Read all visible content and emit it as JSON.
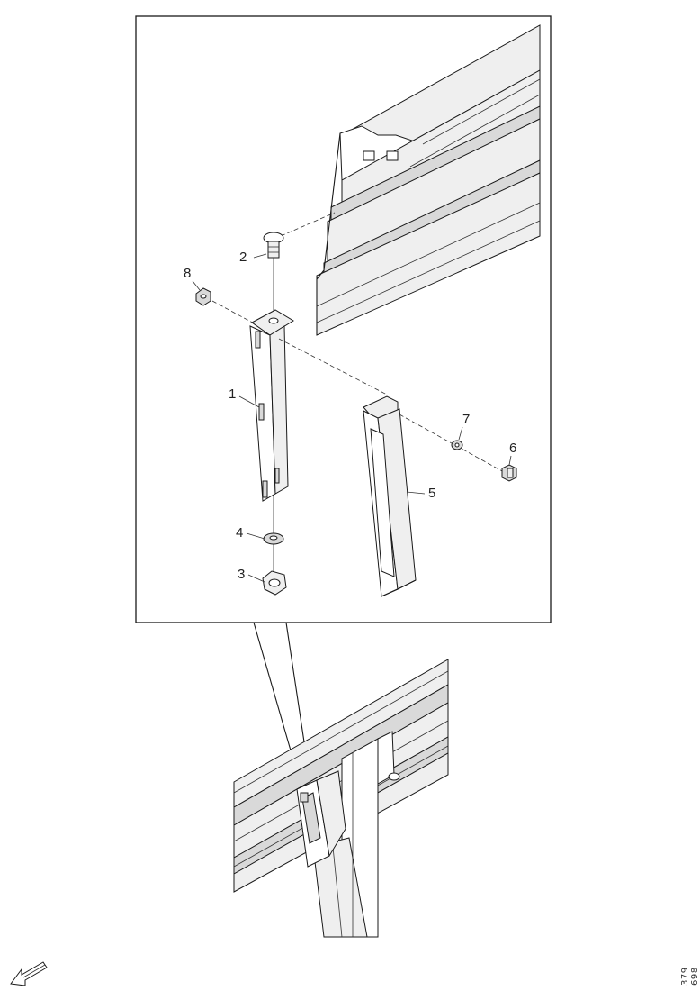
{
  "callouts": [
    {
      "id": "1",
      "label": "1"
    },
    {
      "id": "2",
      "label": "2"
    },
    {
      "id": "3",
      "label": "3"
    },
    {
      "id": "4",
      "label": "4"
    },
    {
      "id": "5",
      "label": "5"
    },
    {
      "id": "6",
      "label": "6"
    },
    {
      "id": "7",
      "label": "7"
    },
    {
      "id": "8",
      "label": "8"
    }
  ],
  "reference_number": "379 698",
  "icons": {
    "direction": "forward-arrow-icon"
  }
}
